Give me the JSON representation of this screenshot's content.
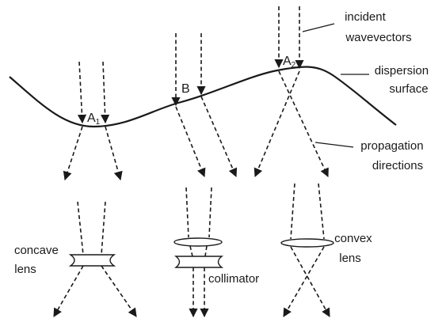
{
  "labels": {
    "incident": [
      "incident",
      "wavevectors"
    ],
    "dispersion": [
      "dispersion",
      "surface"
    ],
    "propagation": [
      "propagation",
      "directions"
    ],
    "point_a1": "A",
    "point_a1_sub": "1",
    "point_b": "B",
    "point_a2": "A",
    "point_a2_sub": "2",
    "concave": [
      "concave",
      "lens"
    ],
    "collimator": "collimator",
    "convex": [
      "convex",
      "lens"
    ]
  },
  "icons": {
    "arrowhead": "arrowhead",
    "concave_lens": "concave-lens-shape",
    "convex_lens": "convex-lens-shape"
  },
  "colors": {
    "ink": "#1a1a1a",
    "background": "#ffffff"
  }
}
